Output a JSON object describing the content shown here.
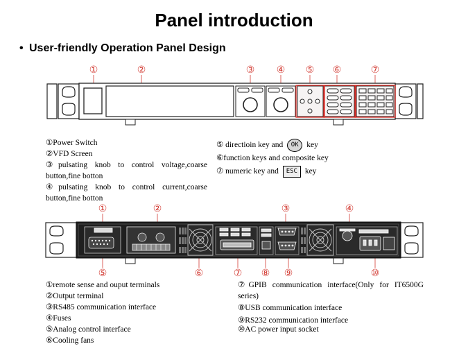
{
  "title": "Panel introduction",
  "bullet": "User-friendly Operation Panel Design",
  "front_markers": [
    "①",
    "②",
    "③",
    "④",
    "⑤",
    "⑥",
    "⑦"
  ],
  "rear_top_markers": [
    "①",
    "②",
    "③",
    "④"
  ],
  "rear_bottom_markers": [
    "⑤",
    "⑥",
    "⑦",
    "⑧",
    "⑨",
    "⑩"
  ],
  "front_legend_left": [
    "①Power Switch",
    "②VFD Screen",
    "③pulsating knob to control voltage,coarse button,fine botton",
    "④pulsating knob to control current,coarse button,fine botton"
  ],
  "front_legend_right": {
    "item5_before": "⑤ directioin key and",
    "item5_after": "key",
    "ok_label": "OK",
    "item6": "⑥function keys and composite key",
    "item7_before": "⑦ numeric key and",
    "item7_after": "key",
    "esc_label": "ESC"
  },
  "rear_legend_left": [
    "①remote sense and ouput terminals",
    "②Output terminal",
    "③RS485 communication interface",
    "④Fuses",
    "⑤Analog control interface",
    "⑥Cooling fans"
  ],
  "rear_legend_right": [
    "⑦GPIB communication interface(Only for IT6500G series)",
    "⑧USB communication interface",
    "⑨RS232 communication interface",
    "⑩AC power input socket"
  ],
  "colors": {
    "highlight": "#e0302a",
    "marker": "#d23a32",
    "rack": "#1f1f1f"
  }
}
